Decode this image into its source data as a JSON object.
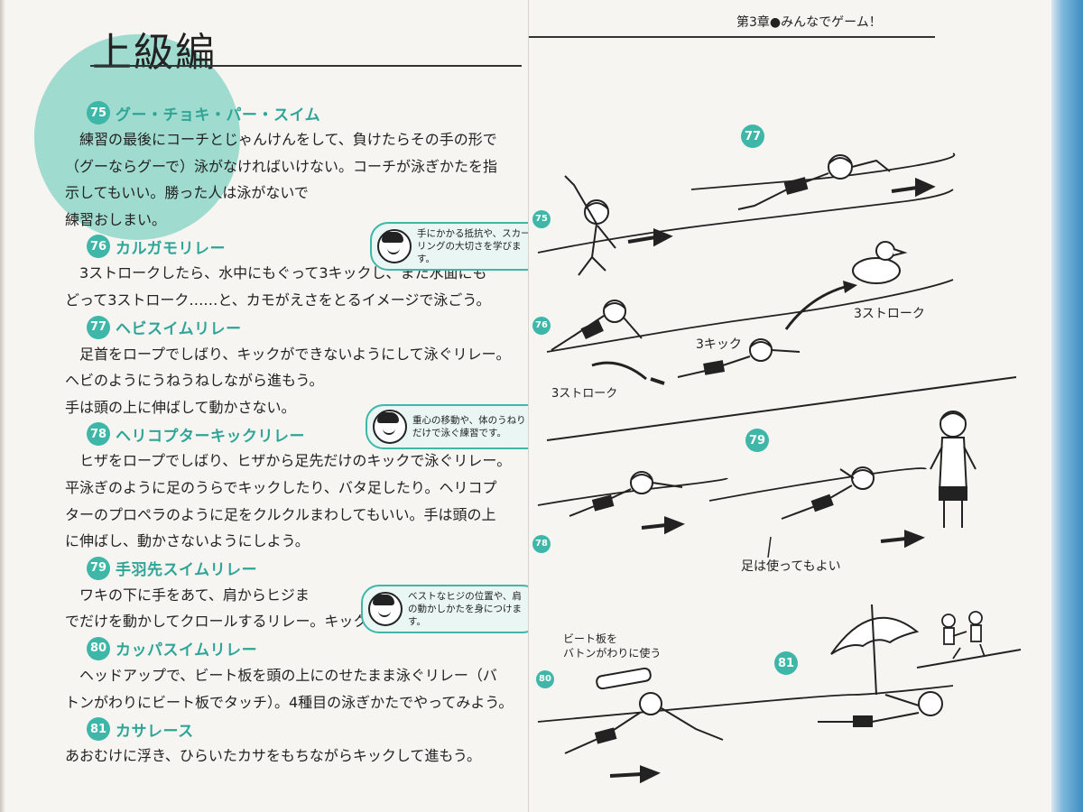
{
  "left_page": {
    "section_title": "上級編",
    "items": [
      {
        "number": "75",
        "title": "グー・チョキ・パー・スイム",
        "lines": [
          "練習の最後にコーチとじゃんけんをして、負けたらその手の形で",
          "（グーならグーで）泳がなければいけない。コーチが泳ぎかたを指",
          "示してもいい。勝った人は泳がないで",
          "練習おしまい。"
        ]
      },
      {
        "number": "76",
        "title": "カルガモリレー",
        "lines": [
          "3ストロークしたら、水中にもぐって3キックし、また水面にも",
          "どって3ストローク……と、カモがえさをとるイメージで泳ごう。"
        ]
      },
      {
        "number": "77",
        "title": "ヘビスイムリレー",
        "lines": [
          "足首をロープでしばり、キックができないようにして泳ぐリレー。",
          "ヘビのようにうねうねしながら進もう。",
          "手は頭の上に伸ばして動かさない。"
        ]
      },
      {
        "number": "78",
        "title": "ヘリコプターキックリレー",
        "lines": [
          "ヒザをロープでしばり、ヒザから足先だけのキックで泳ぐリレー。",
          "平泳ぎのように足のうらでキックしたり、バタ足したり。ヘリコプ",
          "ターのプロペラのように足をクルクルまわしてもいい。手は頭の上",
          "に伸ばし、動かさないようにしよう。"
        ]
      },
      {
        "number": "79",
        "title": "手羽先スイムリレー",
        "lines": [
          "ワキの下に手をあて、肩からヒジま",
          "でだけを動かしてクロールするリレー。キックはうってもいい。"
        ]
      },
      {
        "number": "80",
        "title": "カッパスイムリレー",
        "lines": [
          "ヘッドアップで、ビート板を頭の上にのせたまま泳ぐリレー（バ",
          "トンがわりにビート板でタッチ）。4種目の泳ぎかたでやってみよう。"
        ]
      },
      {
        "number": "81",
        "title": "カサレース",
        "lines": [
          "あおむけに浮き、ひらいたカサをもちながらキックして進もう。"
        ]
      }
    ],
    "tips": [
      "手にかかる抵抗や、スカーリングの大切さを学びます。",
      "重心の移動や、体のうねりだけで泳ぐ練習です。",
      "ベストなヒジの位置や、肩の動かしかたを身につけます。"
    ]
  },
  "right_page": {
    "header": "第3章●みんなでゲーム！",
    "badges": [
      "77",
      "79",
      "81"
    ],
    "labels": {
      "three_stroke_top": "3ストローク",
      "three_kick": "3キック",
      "three_stroke_bottom": "3ストローク",
      "feet_ok": "足は使ってもよい",
      "kickboard_line1": "ビート板を",
      "kickboard_line2": "バトンがわりに使う"
    },
    "side_numbers": [
      "75",
      "76",
      "78",
      "80"
    ]
  },
  "colors": {
    "accent": "#3fb7a8",
    "circle": "#8fd6c8",
    "background": "#4f9fd0",
    "paper": "#f6f5f2"
  }
}
